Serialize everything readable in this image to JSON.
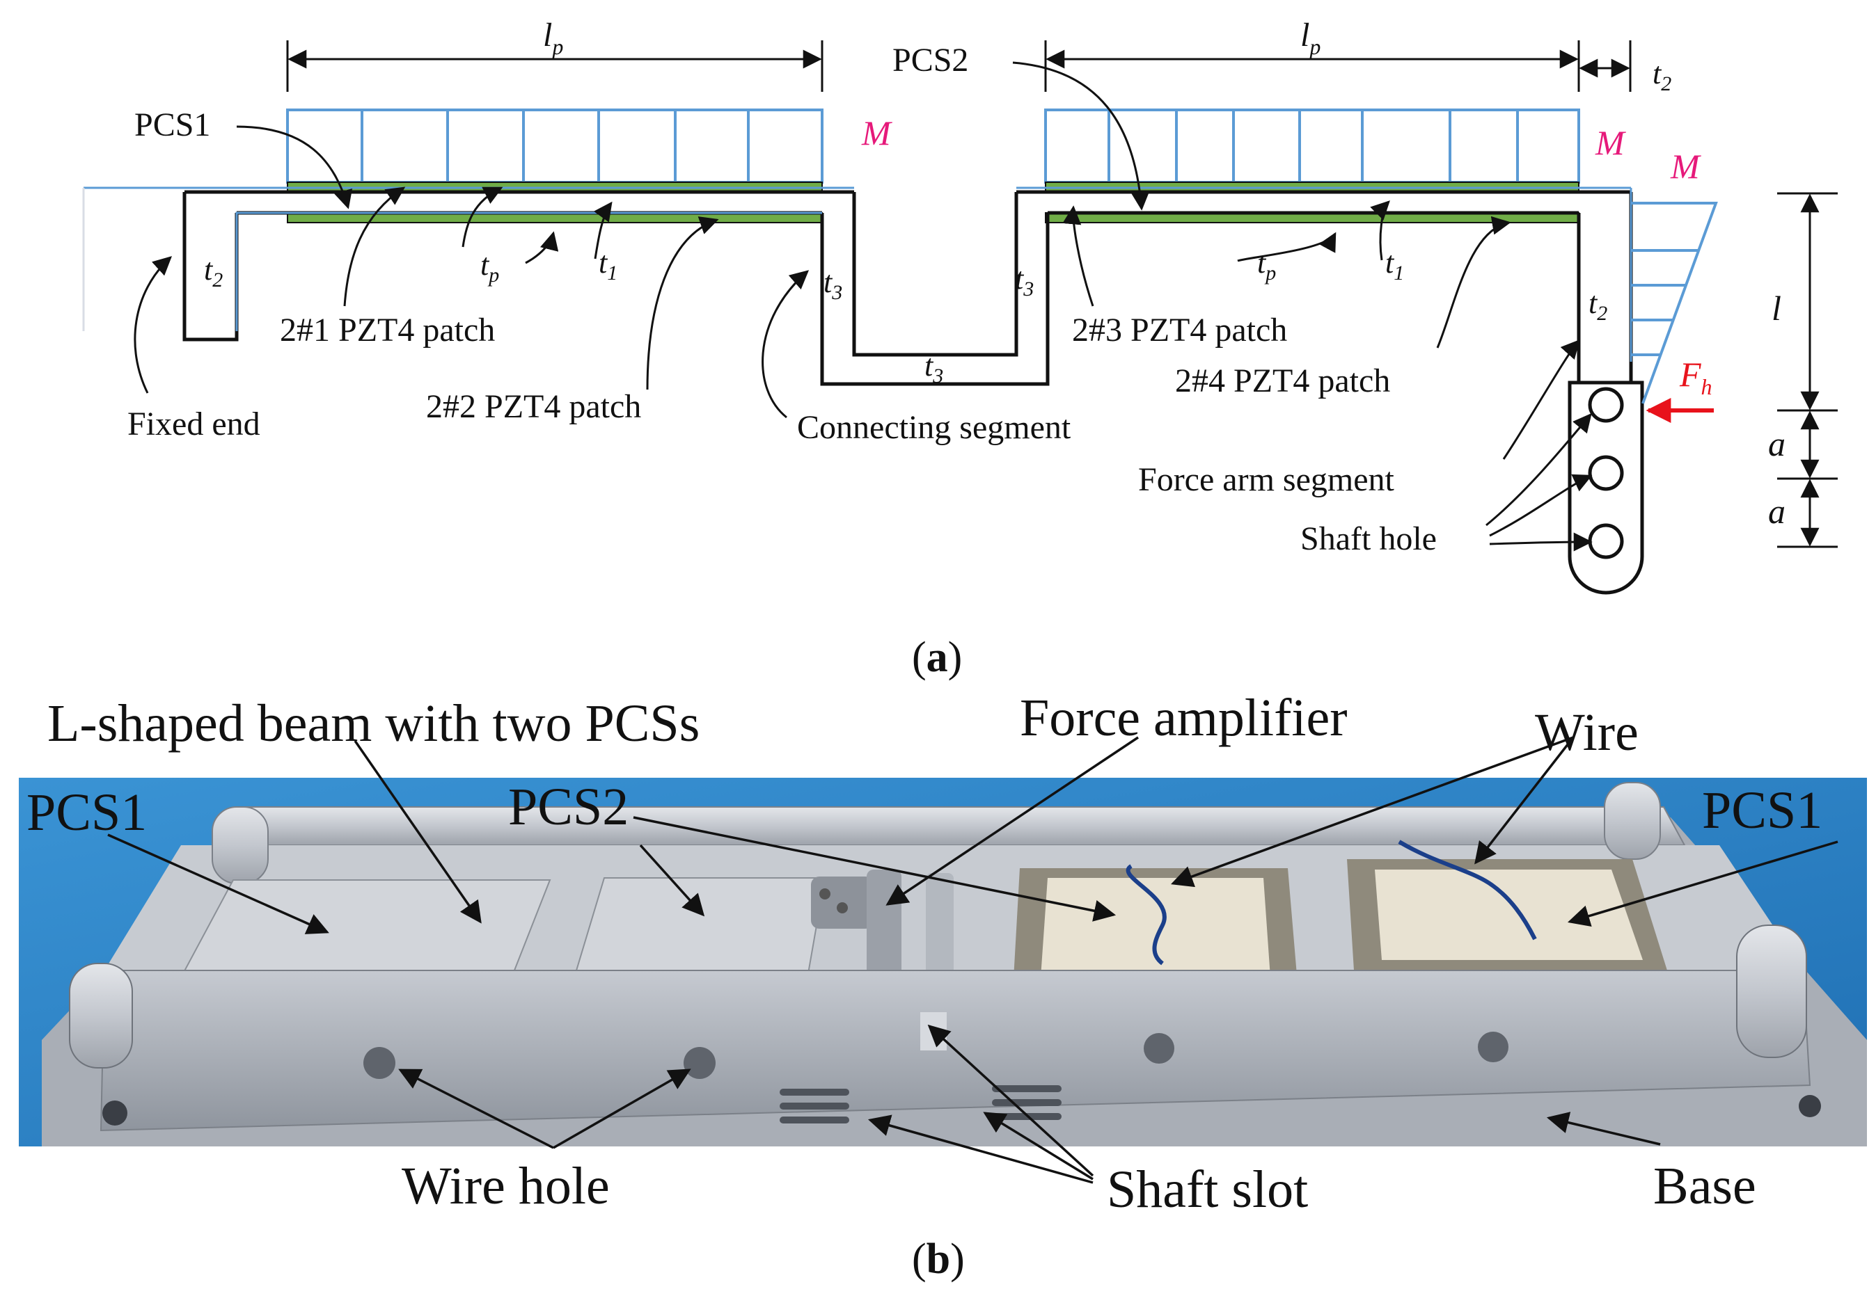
{
  "colors": {
    "accent_pink": "#e6197a",
    "force_red": "#e8121b",
    "moment_blue": "#5b9bd5",
    "patch_green": "#70ad47",
    "photo_bg": "#2e86c8",
    "aluminium": "#c9ccd2"
  },
  "panel_a": {
    "symbols": {
      "lp_left": "l",
      "lp_left_sub": "p",
      "lp_right": "l",
      "lp_right_sub": "p",
      "t2_top": "t",
      "t2_top_sub": "2",
      "m_left": "M",
      "m_mid": "M",
      "m_right": "M",
      "t2_fixed": "t",
      "t2_fixed_sub": "2",
      "tp_left": "t",
      "tp_left_sub": "p",
      "t1_left": "t",
      "t1_left_sub": "1",
      "t3_left": "t",
      "t3_left_sub": "3",
      "t3_right": "t",
      "t3_right_sub": "3",
      "t3_bottom": "t",
      "t3_bottom_sub": "3",
      "tp_right": "t",
      "tp_right_sub": "p",
      "t1_right": "t",
      "t1_right_sub": "1",
      "t2_arm": "t",
      "t2_arm_sub": "2",
      "l_dim": "l",
      "a_top": "a",
      "a_bottom": "a",
      "fh": "F",
      "fh_sub": "h"
    },
    "labels": {
      "pcs1": "PCS1",
      "pcs2": "PCS2",
      "patch1": "2#1 PZT4  patch",
      "patch2": "2#2 PZT4  patch",
      "patch3": "2#3 PZT4  patch",
      "patch4": "2#4 PZT4  patch",
      "fixed_end": "Fixed end",
      "connecting_segment": "Connecting segment",
      "force_arm_segment": "Force arm segment",
      "shaft_hole": "Shaft hole"
    },
    "caption_open": "(",
    "caption_letter": "a",
    "caption_close": ")"
  },
  "panel_b": {
    "labels": {
      "beam": "L-shaped beam with two PCSs",
      "force_amplifier": "Force amplifier",
      "wire": "Wire",
      "pcs1_left": "PCS1",
      "pcs2": "PCS2",
      "pcs1_right": "PCS1",
      "wire_hole": "Wire hole",
      "shaft_slot": "Shaft slot",
      "base": "Base"
    },
    "caption_open": "(",
    "caption_letter": "b",
    "caption_close": ")"
  }
}
